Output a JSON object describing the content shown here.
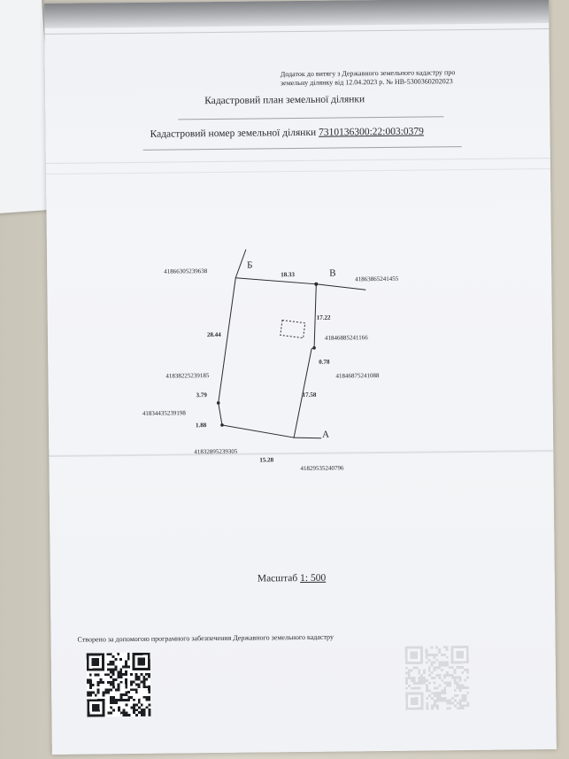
{
  "header": {
    "note_line1": "Додаток до витягу з Державного земельного кадастру про",
    "note_line2": "земельну ділянку від 12.04.2023 р. № НВ-5300360202023"
  },
  "title": "Кадастровий план земельної ділянки",
  "cadastral": {
    "label": "Кадастровий номер земельної ділянки",
    "number": "7310136300:22:003:0379"
  },
  "plan": {
    "corner_labels": {
      "b": "Б",
      "v": "В",
      "a": "А"
    },
    "points": [
      "41866305239638",
      "41863865241455",
      "41846885241166",
      "41846875241088",
      "41838225239185",
      "41834435239198",
      "41832895239305",
      "41829535240796"
    ],
    "lengths": [
      "18.33",
      "17.22",
      "0.78",
      "28.44",
      "17.58",
      "3.79",
      "1.88",
      "15.28"
    ]
  },
  "scale": {
    "label": "Масштаб",
    "value": "1: 500"
  },
  "footer": {
    "text": "Створено за допомогою програмного забезпечення Державного земельного кадастру"
  },
  "icons": {
    "qr": "qr-code-icon",
    "qr_faint": "qr-code-icon"
  }
}
